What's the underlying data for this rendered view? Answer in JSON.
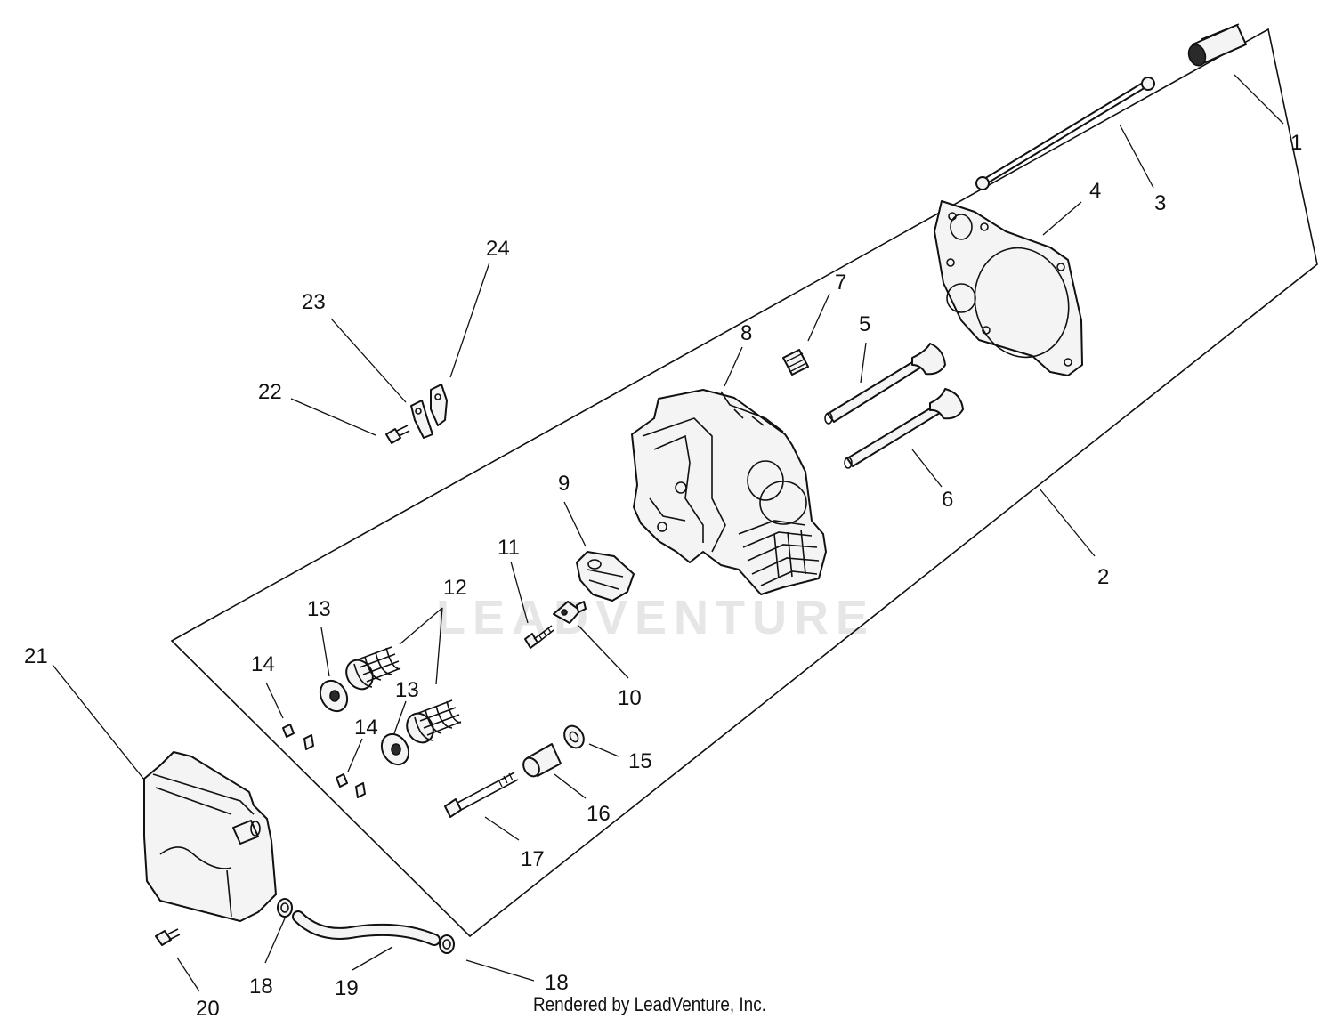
{
  "watermark": "LEADVENTURE",
  "credit": "Rendered by LeadVenture, Inc.",
  "callouts": [
    {
      "id": "1",
      "text": "1"
    },
    {
      "id": "2",
      "text": "2"
    },
    {
      "id": "3",
      "text": "3"
    },
    {
      "id": "4",
      "text": "4"
    },
    {
      "id": "5",
      "text": "5"
    },
    {
      "id": "6",
      "text": "6"
    },
    {
      "id": "7",
      "text": "7"
    },
    {
      "id": "8",
      "text": "8"
    },
    {
      "id": "9",
      "text": "9"
    },
    {
      "id": "10",
      "text": "10"
    },
    {
      "id": "11",
      "text": "11"
    },
    {
      "id": "12",
      "text": "12"
    },
    {
      "id": "13a",
      "text": "13"
    },
    {
      "id": "13b",
      "text": "13"
    },
    {
      "id": "14a",
      "text": "14"
    },
    {
      "id": "14b",
      "text": "14"
    },
    {
      "id": "15",
      "text": "15"
    },
    {
      "id": "16",
      "text": "16"
    },
    {
      "id": "17",
      "text": "17"
    },
    {
      "id": "18a",
      "text": "18"
    },
    {
      "id": "18b",
      "text": "18"
    },
    {
      "id": "19",
      "text": "19"
    },
    {
      "id": "20",
      "text": "20"
    },
    {
      "id": "21",
      "text": "21"
    },
    {
      "id": "22",
      "text": "22"
    },
    {
      "id": "23",
      "text": "23"
    },
    {
      "id": "24",
      "text": "24"
    }
  ]
}
